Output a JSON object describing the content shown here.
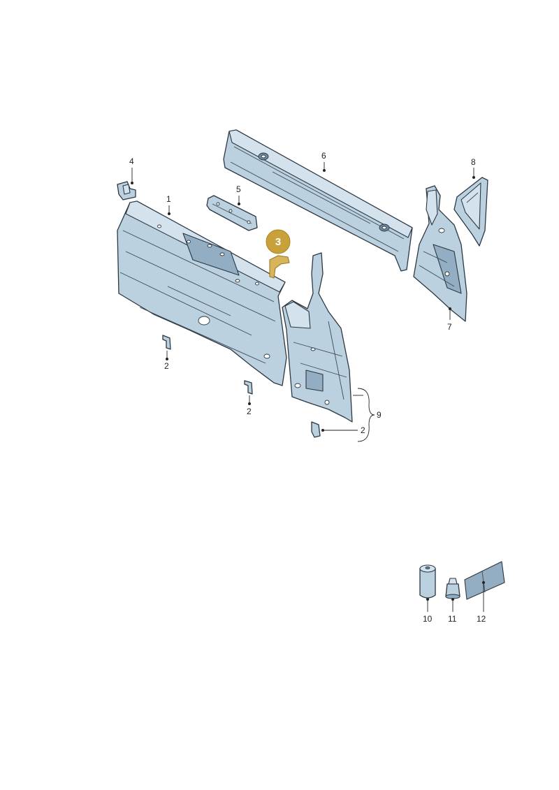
{
  "callouts": {
    "p1": "1",
    "p2a": "2",
    "p2b": "2",
    "p2c": "2",
    "p3": "3",
    "p4": "4",
    "p5": "5",
    "p6": "6",
    "p7": "7",
    "p8": "8",
    "p9": "9",
    "p10": "10",
    "p11": "11",
    "p12": "12"
  },
  "highlighted_part": "3",
  "colors": {
    "part_fill": "#bcd1e0",
    "outline": "#2b3742",
    "highlight": "#c9a13a"
  }
}
